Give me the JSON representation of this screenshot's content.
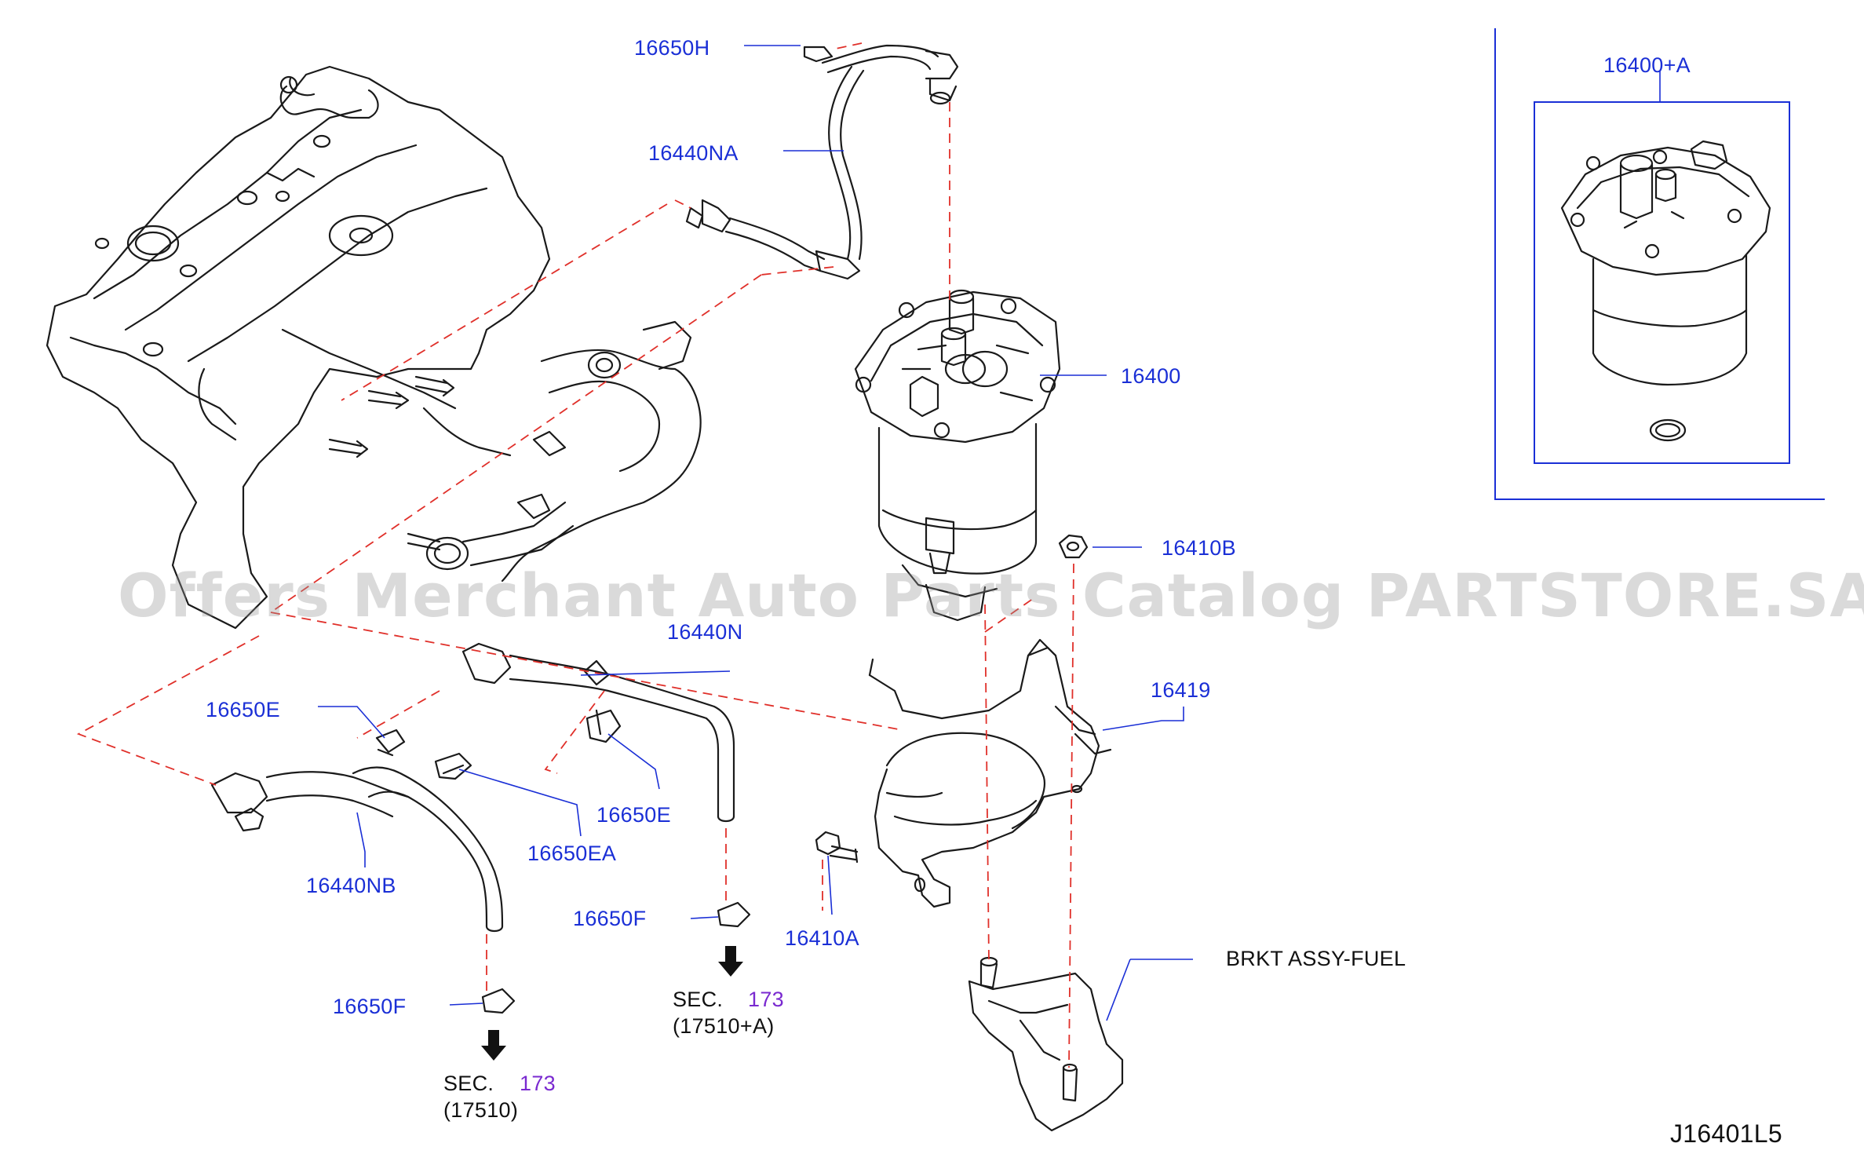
{
  "watermark": "Offers Merchant Auto Parts Catalog PARTSTORE.SA",
  "diagram_code": "J16401L5",
  "labels": {
    "p16650H": "16650H",
    "p16440NA": "16440NA",
    "p16400": "16400",
    "p16400A": "16400+A",
    "p16410B": "16410B",
    "p16419": "16419",
    "p16440N": "16440N",
    "p16650E_left": "16650E",
    "p16650E_right": "16650E",
    "p16650EA": "16650EA",
    "p16440NB": "16440NB",
    "p16650F_mid": "16650F",
    "p16650F_low": "16650F",
    "p16410A": "16410A",
    "brkt": "BRKT   ASSY-FUEL"
  },
  "sec_refs": {
    "a": {
      "sec": "SEC.",
      "num": "173",
      "sub": "(17510+A)"
    },
    "b": {
      "sec": "SEC.",
      "num": "173",
      "sub": "(17510)"
    }
  },
  "colors": {
    "label": "#1a2fd6",
    "sec_number": "#7a2ad0",
    "leader": "#1a2fd6",
    "dashed": "#e0302a",
    "line_art": "#1a1a1a"
  }
}
